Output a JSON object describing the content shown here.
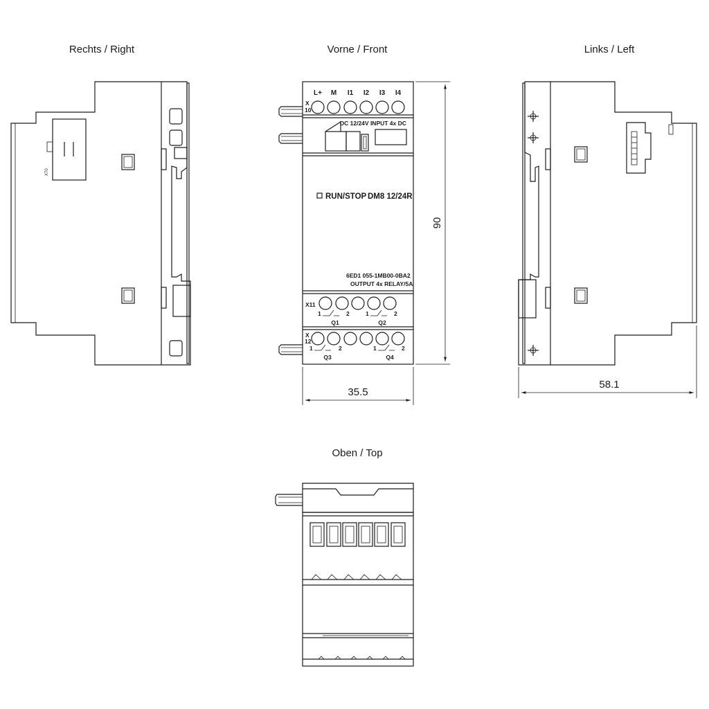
{
  "views": {
    "right": "Rechts / Right",
    "front": "Vorne / Front",
    "left": "Links / Left",
    "top": "Oben / Top"
  },
  "dimensions": {
    "height": "90",
    "width_front": "35.5",
    "depth": "58.1"
  },
  "front": {
    "terminals_top": [
      "L+",
      "M",
      "I1",
      "I2",
      "I3",
      "I4"
    ],
    "connector_x10": "X\n10",
    "input_label": "DC 12/24V  INPUT 4x DC",
    "run_stop": "RUN/STOP",
    "model": "DM8 12/24R",
    "order_no": "6ED1 055-1MB00-0BA2",
    "output_label": "OUTPUT 4x RELAY/5A",
    "connector_x11": "X11",
    "connector_x12": "X\n12",
    "outputs": [
      "Q1",
      "Q2",
      "Q3",
      "Q4"
    ],
    "relay_pins": [
      "1",
      "2"
    ]
  },
  "right": {
    "connector_x70": "X70"
  }
}
